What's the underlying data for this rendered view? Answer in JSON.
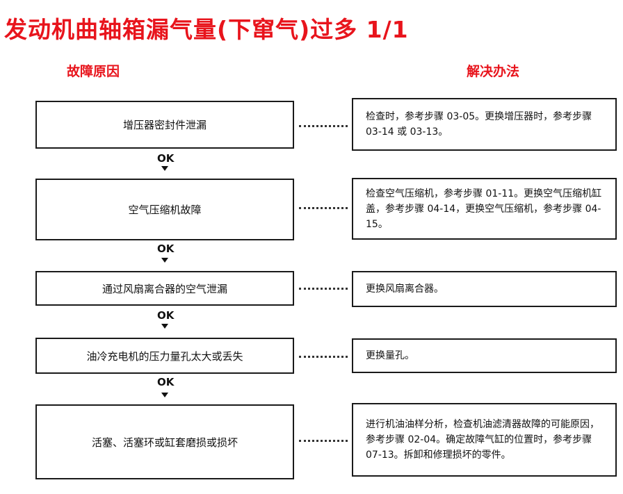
{
  "title": "发动机曲轴箱漏气量(下窜气)过多  1/1",
  "headers": {
    "cause": "故障原因",
    "solution": "解决办法"
  },
  "ok_label": "OK",
  "steps": [
    {
      "cause": "增压器密封件泄漏",
      "solution": "检查时，参考步骤 03-05。更换增压器时，参考步骤 03-14 或 03-13。"
    },
    {
      "cause": "空气压缩机故障",
      "solution": "检查空气压缩机，参考步骤 01-11。更换空气压缩机缸盖，参考步骤 04-14，更换空气压缩机，参考步骤 04-15。"
    },
    {
      "cause": "通过风扇离合器的空气泄漏",
      "solution": "更换风扇离合器。"
    },
    {
      "cause": "油冷充电机的压力量孔太大或丢失",
      "solution": "更换量孔。"
    },
    {
      "cause": "活塞、活塞环或缸套磨损或损坏",
      "solution": "进行机油油样分析，检查机油滤清器故障的可能原因，参考步骤 02-04。确定故障气缸的位置时，参考步骤 07-13。拆卸和修理损坏的零件。"
    }
  ],
  "colors": {
    "title": "#e8141c",
    "header": "#e8141c",
    "border": "#1a1a1a"
  }
}
